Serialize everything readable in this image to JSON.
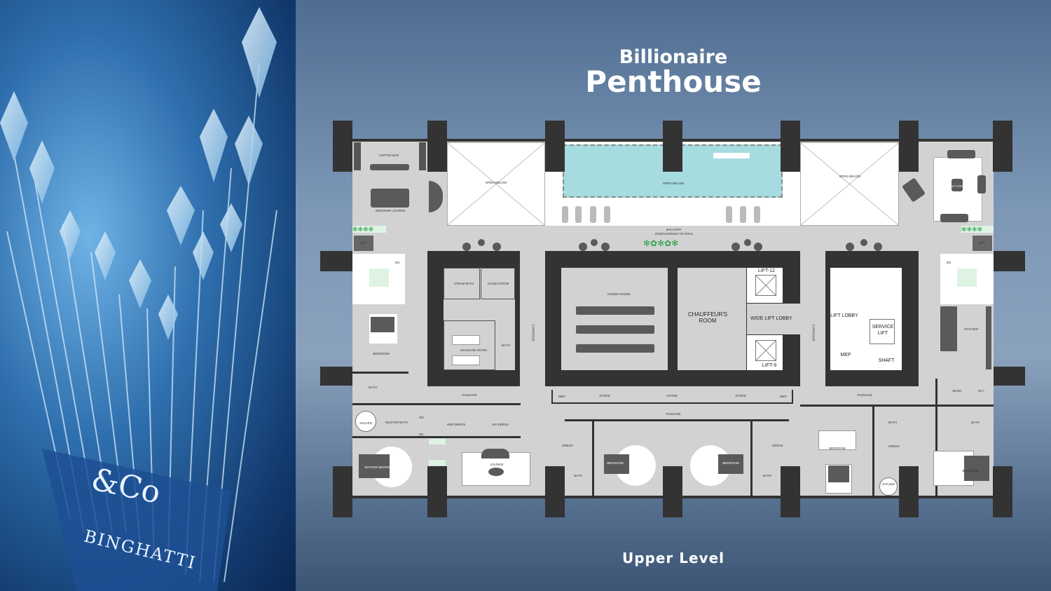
{
  "header": {
    "title_line1": "Billionaire",
    "title_line2": "Penthouse"
  },
  "footer": {
    "level": "Upper Level"
  },
  "render": {
    "logo_text": "&Co",
    "brand_text": "BINGHATTI",
    "colors": {
      "tower_blue": "#2f6fae",
      "pool": "#a6dbe0",
      "walls": "#333333",
      "floor": "#d2d2d2"
    }
  },
  "floorplan": {
    "labels": {
      "coffee_bar": "COFFEE BAR",
      "snooker_lounge": "SNOOKER LOUNGE",
      "open_below_1": "OPEN BELOW",
      "open_below_2": "OPEN BELOW",
      "open_below_3": "OPEN BELOW",
      "balcony": "BALCONY",
      "balcony2": "OVERLOOKING TO POOL",
      "family_lounge": "FAMILY LOUNGE",
      "lift_left": "LIFT",
      "lift_right": "LIFT",
      "dn_left": "DN",
      "dn_right": "DN",
      "steam_bath": "STEAM BATH",
      "sauna_room": "SAUNA ROOM",
      "massage_room": "MASSAGE ROOM",
      "bath_spa": "BATH",
      "corridor_left": "CORRIDOR",
      "corridor_right": "CORRIDOR",
      "cinema_room": "CINEMA ROOM",
      "chauffeurs_room": "CHAUFFEUR'S ROOM",
      "wide_lift_lobby": "WIDE LIFT LOBBY",
      "lift_12": "LIFT-12",
      "lift_9": "LIFT-9",
      "lift_lobby": "LIFT LOBBY",
      "service_lift": "SERVICE LIFT",
      "mep_core": "MEP",
      "shaft": "SHAFT",
      "kitchen": "KITCHEN",
      "bedroom_1": "BEDROOM",
      "bath_1": "BATH",
      "passage_left": "PASSAGE",
      "passage_mid": "PASSAGE",
      "passage_right": "PASSAGE",
      "mep_1": "MEP",
      "store_1": "STORE",
      "store_2": "STORE",
      "store_3": "STORE",
      "mep_2": "MEP",
      "jacuzzi_1": "JACUZZI",
      "master_bath": "MASTER BATH",
      "wc_1": "WC",
      "sh": "SH",
      "her_dress": "HER DRESS",
      "his_dress": "HIS DRESS",
      "master_bedroom": "MASTER BEDROOM",
      "lounge": "LOUNGE",
      "dress_1": "DRESS",
      "bath_2": "BATH",
      "bedroom_2": "BEDROOM",
      "bedroom_3": "BEDROOM",
      "dress_2": "DRESS",
      "bath_3": "BATH",
      "bedroom_4": "BEDROOM",
      "bath_4": "BATH",
      "dress_3": "DRESS",
      "jacuzzi_2": "JACUZZI",
      "wash": "WASH",
      "wc_2": "W.C.",
      "bath_5": "BATH",
      "bedroom_5": "BEDROOM"
    }
  }
}
